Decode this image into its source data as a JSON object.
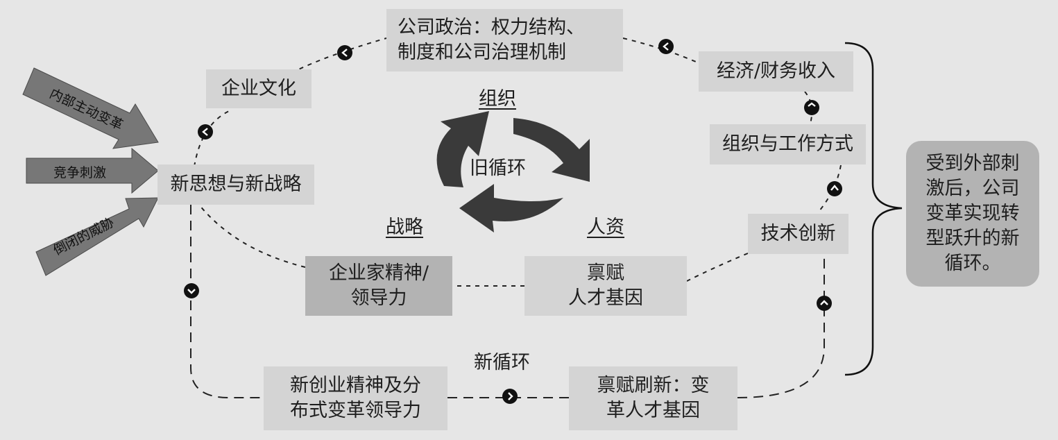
{
  "boxes": {
    "politics": [
      "公司政治：权力结构、",
      "制度和公司治理机制"
    ],
    "culture": "企业文化",
    "economy": "经济/财务收入",
    "org_work": "组织与工作方式",
    "new_idea": "新思想与新战略",
    "tech": "技术创新",
    "entrepreneur": [
      "企业家精神/",
      "领导力"
    ],
    "talent": [
      "禀赋",
      "人才基因"
    ],
    "new_entrepreneur": [
      "新创业精神及分",
      "布式变革领导力"
    ],
    "talent_refresh": [
      "禀赋刷新：变",
      "革人才基因"
    ]
  },
  "cycle": {
    "org": "组织",
    "old_cycle": "旧循环",
    "strategy": "战略",
    "hr": "人资"
  },
  "new_cycle": "新循环",
  "drivers": [
    "内部主动变革",
    "竞争刺激",
    "倒闭的威胁"
  ],
  "summary": [
    "受到外部刺",
    "激后，公司",
    "变革实现转",
    "型跃升的新",
    "循环。"
  ],
  "colors": {
    "box": "#d4d4d4",
    "box_dark": "#b3b3b3",
    "arrow": "#777777",
    "cycle_arrow": "#3a3a3a",
    "background": "#e6e6e6"
  }
}
